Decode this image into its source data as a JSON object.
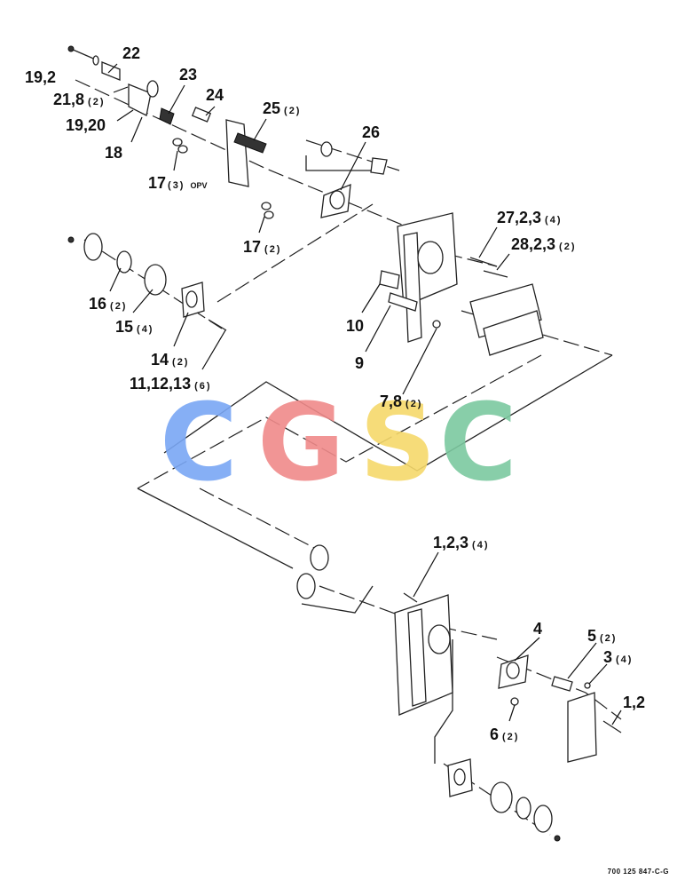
{
  "labels": {
    "l_19_2": {
      "text": "19,2"
    },
    "l_22": {
      "text": "22"
    },
    "l_21_8": {
      "text": "21,8",
      "qty": "(2)"
    },
    "l_19_20": {
      "text": "19,20"
    },
    "l_18": {
      "text": "18"
    },
    "l_23": {
      "text": "23"
    },
    "l_24": {
      "text": "24"
    },
    "l_25": {
      "text": "25",
      "qty": "(2)"
    },
    "l_26": {
      "text": "26"
    },
    "l_17a": {
      "text": "17",
      "qty": "(3)",
      "note": "OPV"
    },
    "l_17b": {
      "text": "17",
      "qty": "(2)"
    },
    "l_27": {
      "text": "27,2,3",
      "qty": "(4)"
    },
    "l_28": {
      "text": "28,2,3",
      "qty": "(2)"
    },
    "l_16": {
      "text": "16",
      "qty": "(2)"
    },
    "l_15": {
      "text": "15",
      "qty": "(4)"
    },
    "l_14": {
      "text": "14",
      "qty": "(2)"
    },
    "l_11": {
      "text": "11,12,13",
      "qty": "(6)"
    },
    "l_10": {
      "text": "10"
    },
    "l_9": {
      "text": "9"
    },
    "l_7": {
      "text": "7,8",
      "qty": "(2)"
    },
    "l_1_2_3": {
      "text": "1,2,3",
      "qty": "(4)"
    },
    "l_4": {
      "text": "4"
    },
    "l_5": {
      "text": "5",
      "qty": "(2)"
    },
    "l_3": {
      "text": "3",
      "qty": "(4)"
    },
    "l_1_2": {
      "text": "1,2"
    },
    "l_6": {
      "text": "6",
      "qty": "(2)"
    }
  },
  "watermark": {
    "letters": [
      "C",
      "G",
      "S",
      "C"
    ],
    "colors": [
      "#7aa7f5",
      "#f08a8a",
      "#f6d96b",
      "#7cc9a0"
    ]
  },
  "footer": "700 125 847-C-G"
}
